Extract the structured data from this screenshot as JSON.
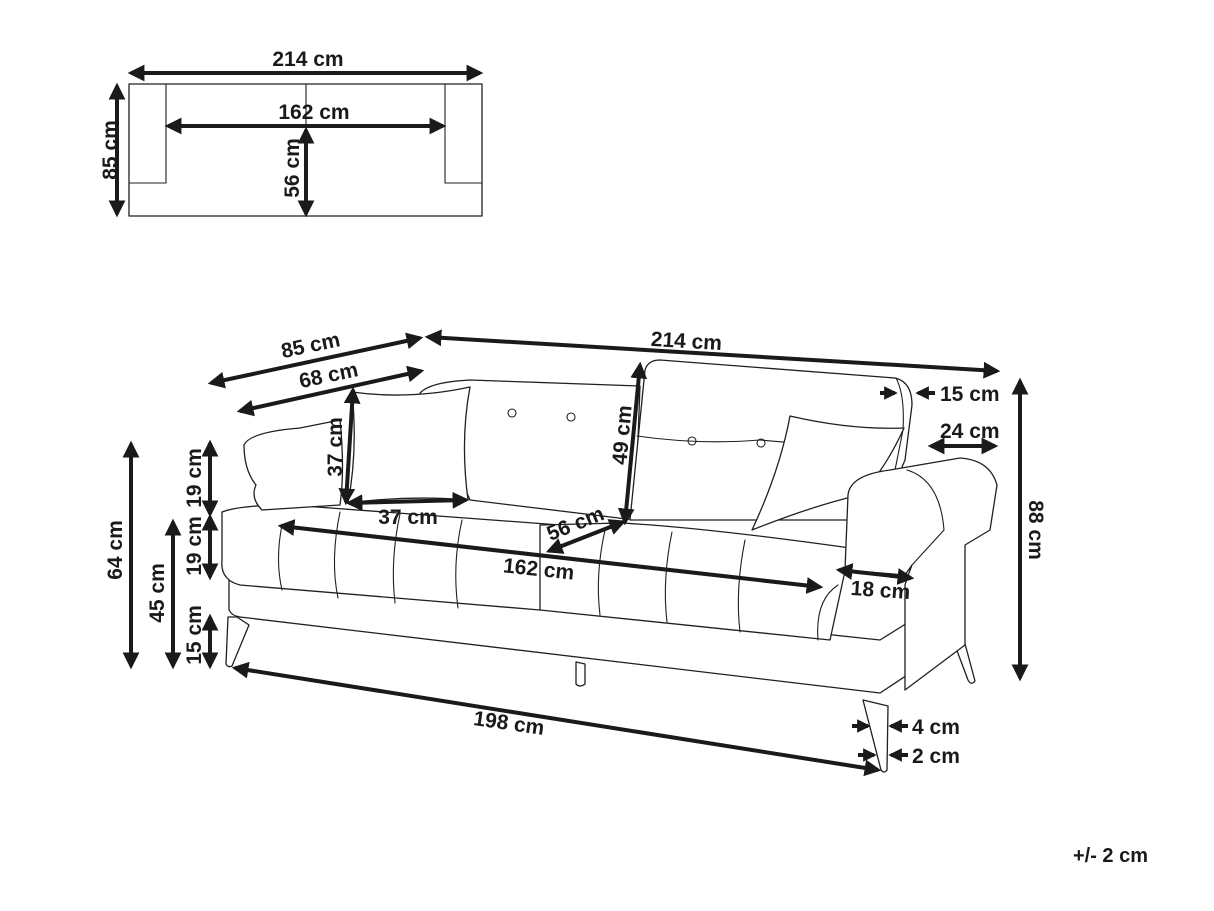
{
  "diagram": {
    "subject": "Sofa dimension drawing",
    "colors": {
      "line": "#231f20",
      "arrow": "#1a1a1a",
      "background": "#ffffff"
    },
    "top_view": {
      "overall_width": "214 cm",
      "seat_width": "162 cm",
      "overall_depth": "85 cm",
      "seat_depth": "56 cm"
    },
    "perspective_view": {
      "overall_depth": "85 cm",
      "seat_depth_inner": "68 cm",
      "overall_width": "214 cm",
      "backrest_thickness": "15 cm",
      "armrest_top_width": "24 cm",
      "total_height": "88 cm",
      "cushion_height": "37 cm",
      "cushion_width": "37 cm",
      "backrest_height": "49 cm",
      "seat_cushion_depth": "56 cm",
      "seat_width": "162 cm",
      "armrest_front_width": "18 cm",
      "armrest_above_seat": "19 cm",
      "seat_cushion_thickness": "19 cm",
      "arm_height": "64 cm",
      "seat_height": "45 cm",
      "leg_height": "15 cm",
      "base_length": "198 cm",
      "leg_top_width": "4 cm",
      "leg_bottom_width": "2 cm"
    },
    "tolerance": "+/- 2 cm"
  }
}
